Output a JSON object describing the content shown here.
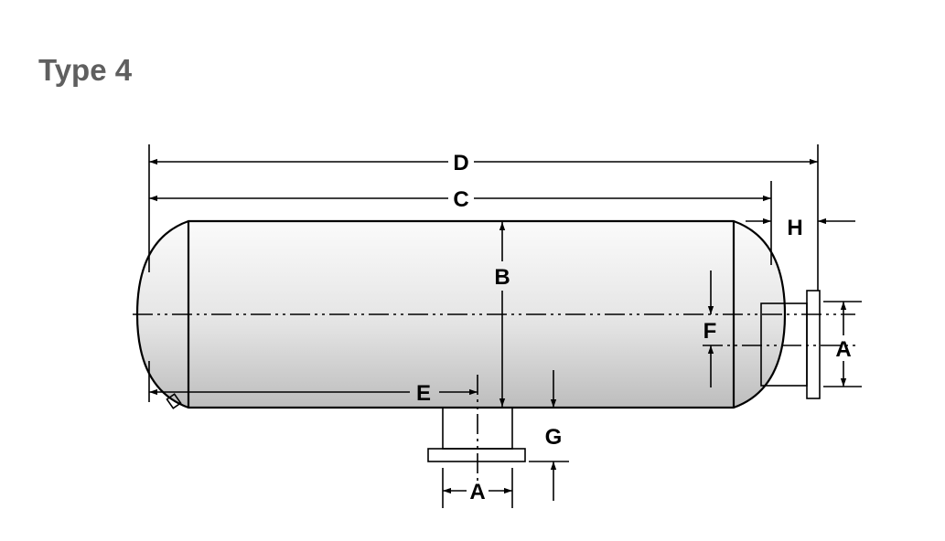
{
  "title": "Type 4",
  "dimensions": {
    "d": "D",
    "c": "C",
    "h": "H",
    "b": "B",
    "f": "F",
    "a_right": "A",
    "e": "E",
    "g": "G",
    "a_bottom": "A"
  }
}
